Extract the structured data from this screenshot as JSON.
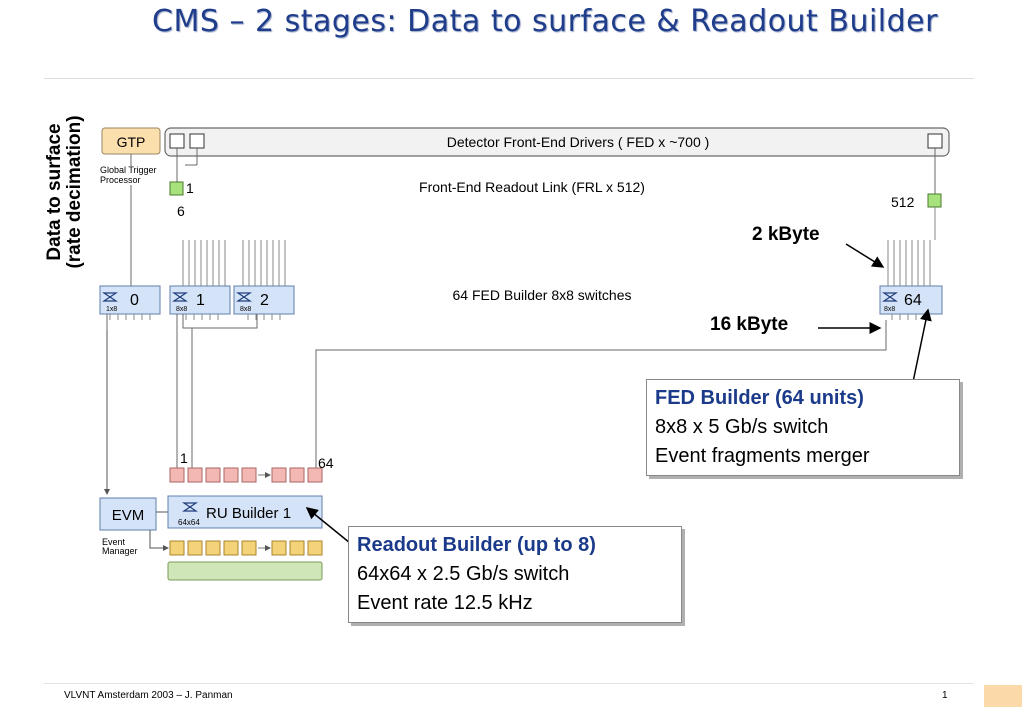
{
  "title": "CMS – 2 stages: Data to surface & Readout Builder",
  "side_label": {
    "line1": "Data to surface",
    "line2": "(rate decimation)"
  },
  "diagram": {
    "gtp": "GTP",
    "gtp_caption_1": "Global Trigger",
    "gtp_caption_2": "Processor",
    "fed_drivers": "Detector Front-End Drivers ( FED x ~700 )",
    "frl": "Front-End Readout Link (FRL x 512)",
    "frl_first_1": "1",
    "frl_first_2": "6",
    "frl_last": "512",
    "fed_switches_label": "64 FED Builder 8x8 switches",
    "sw_0": "0",
    "sw_0_size": "1x8",
    "sw_1": "1",
    "sw_1_size": "8x8",
    "sw_2": "2",
    "sw_2_size": "8x8",
    "sw_64": "64",
    "sw_64_size": "8x8",
    "ru_first": "1",
    "ru_last": "64",
    "evm": "EVM",
    "evm_caption_1": "Event",
    "evm_caption_2": "Manager",
    "ru_builder": "RU Builder 1",
    "ru_builder_size": "64x64",
    "colors": {
      "box_blue": "#d4e3f7",
      "box_border": "#5f7fae",
      "pink": "#f4b8b4",
      "yellow": "#f3d27a",
      "green_box": "#cfe7b8",
      "gtp_orange": "#fbe0ae",
      "link_green": "#a7e27d"
    }
  },
  "annotations": {
    "kbyte_2": "2 kByte",
    "kbyte_16": "16 kByte"
  },
  "fed_builder_box": {
    "head": "FED Builder (64 units)",
    "line1": "8x8 x 5 Gb/s switch",
    "line2": "Event fragments merger"
  },
  "readout_builder_box": {
    "head": "Readout Builder (up to 8)",
    "line1": "64x64 x 2.5 Gb/s switch",
    "line2": "Event rate 12.5 kHz"
  },
  "footer": {
    "text": "VLVNT Amsterdam 2003 – J. Panman",
    "page": "1"
  }
}
